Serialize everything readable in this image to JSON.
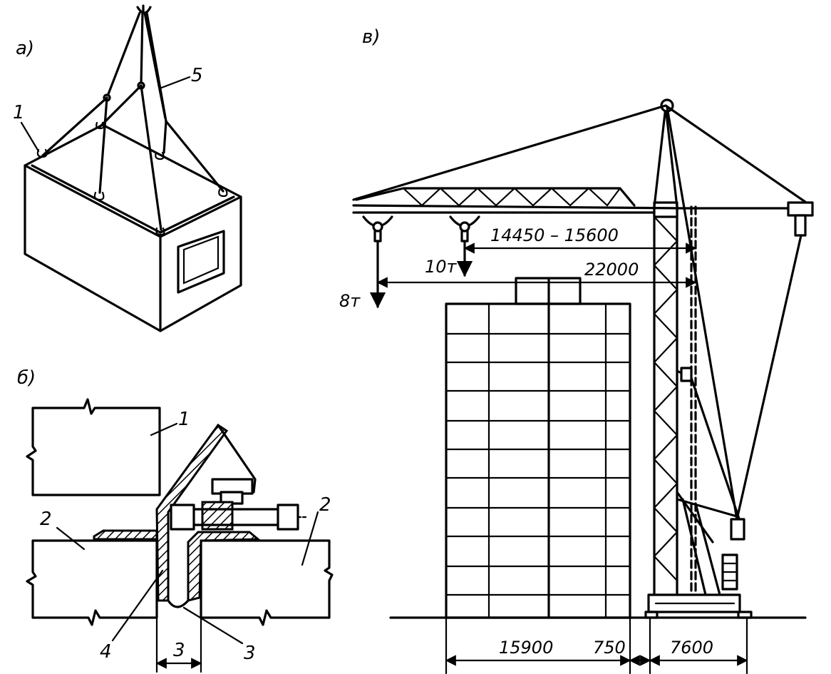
{
  "panels": {
    "a": "a)",
    "b": "б)",
    "c": "в)"
  },
  "panel_a": {
    "callouts": [
      "1",
      "5"
    ]
  },
  "panel_b": {
    "callouts": [
      "1",
      "2",
      "2",
      "4",
      "3",
      "3"
    ]
  },
  "panel_c": {
    "reach_dims": [
      "14450 – 15600",
      "22000"
    ],
    "loads": [
      "10т",
      "8т"
    ],
    "base_dims": [
      "15900",
      "750",
      "7600"
    ]
  }
}
